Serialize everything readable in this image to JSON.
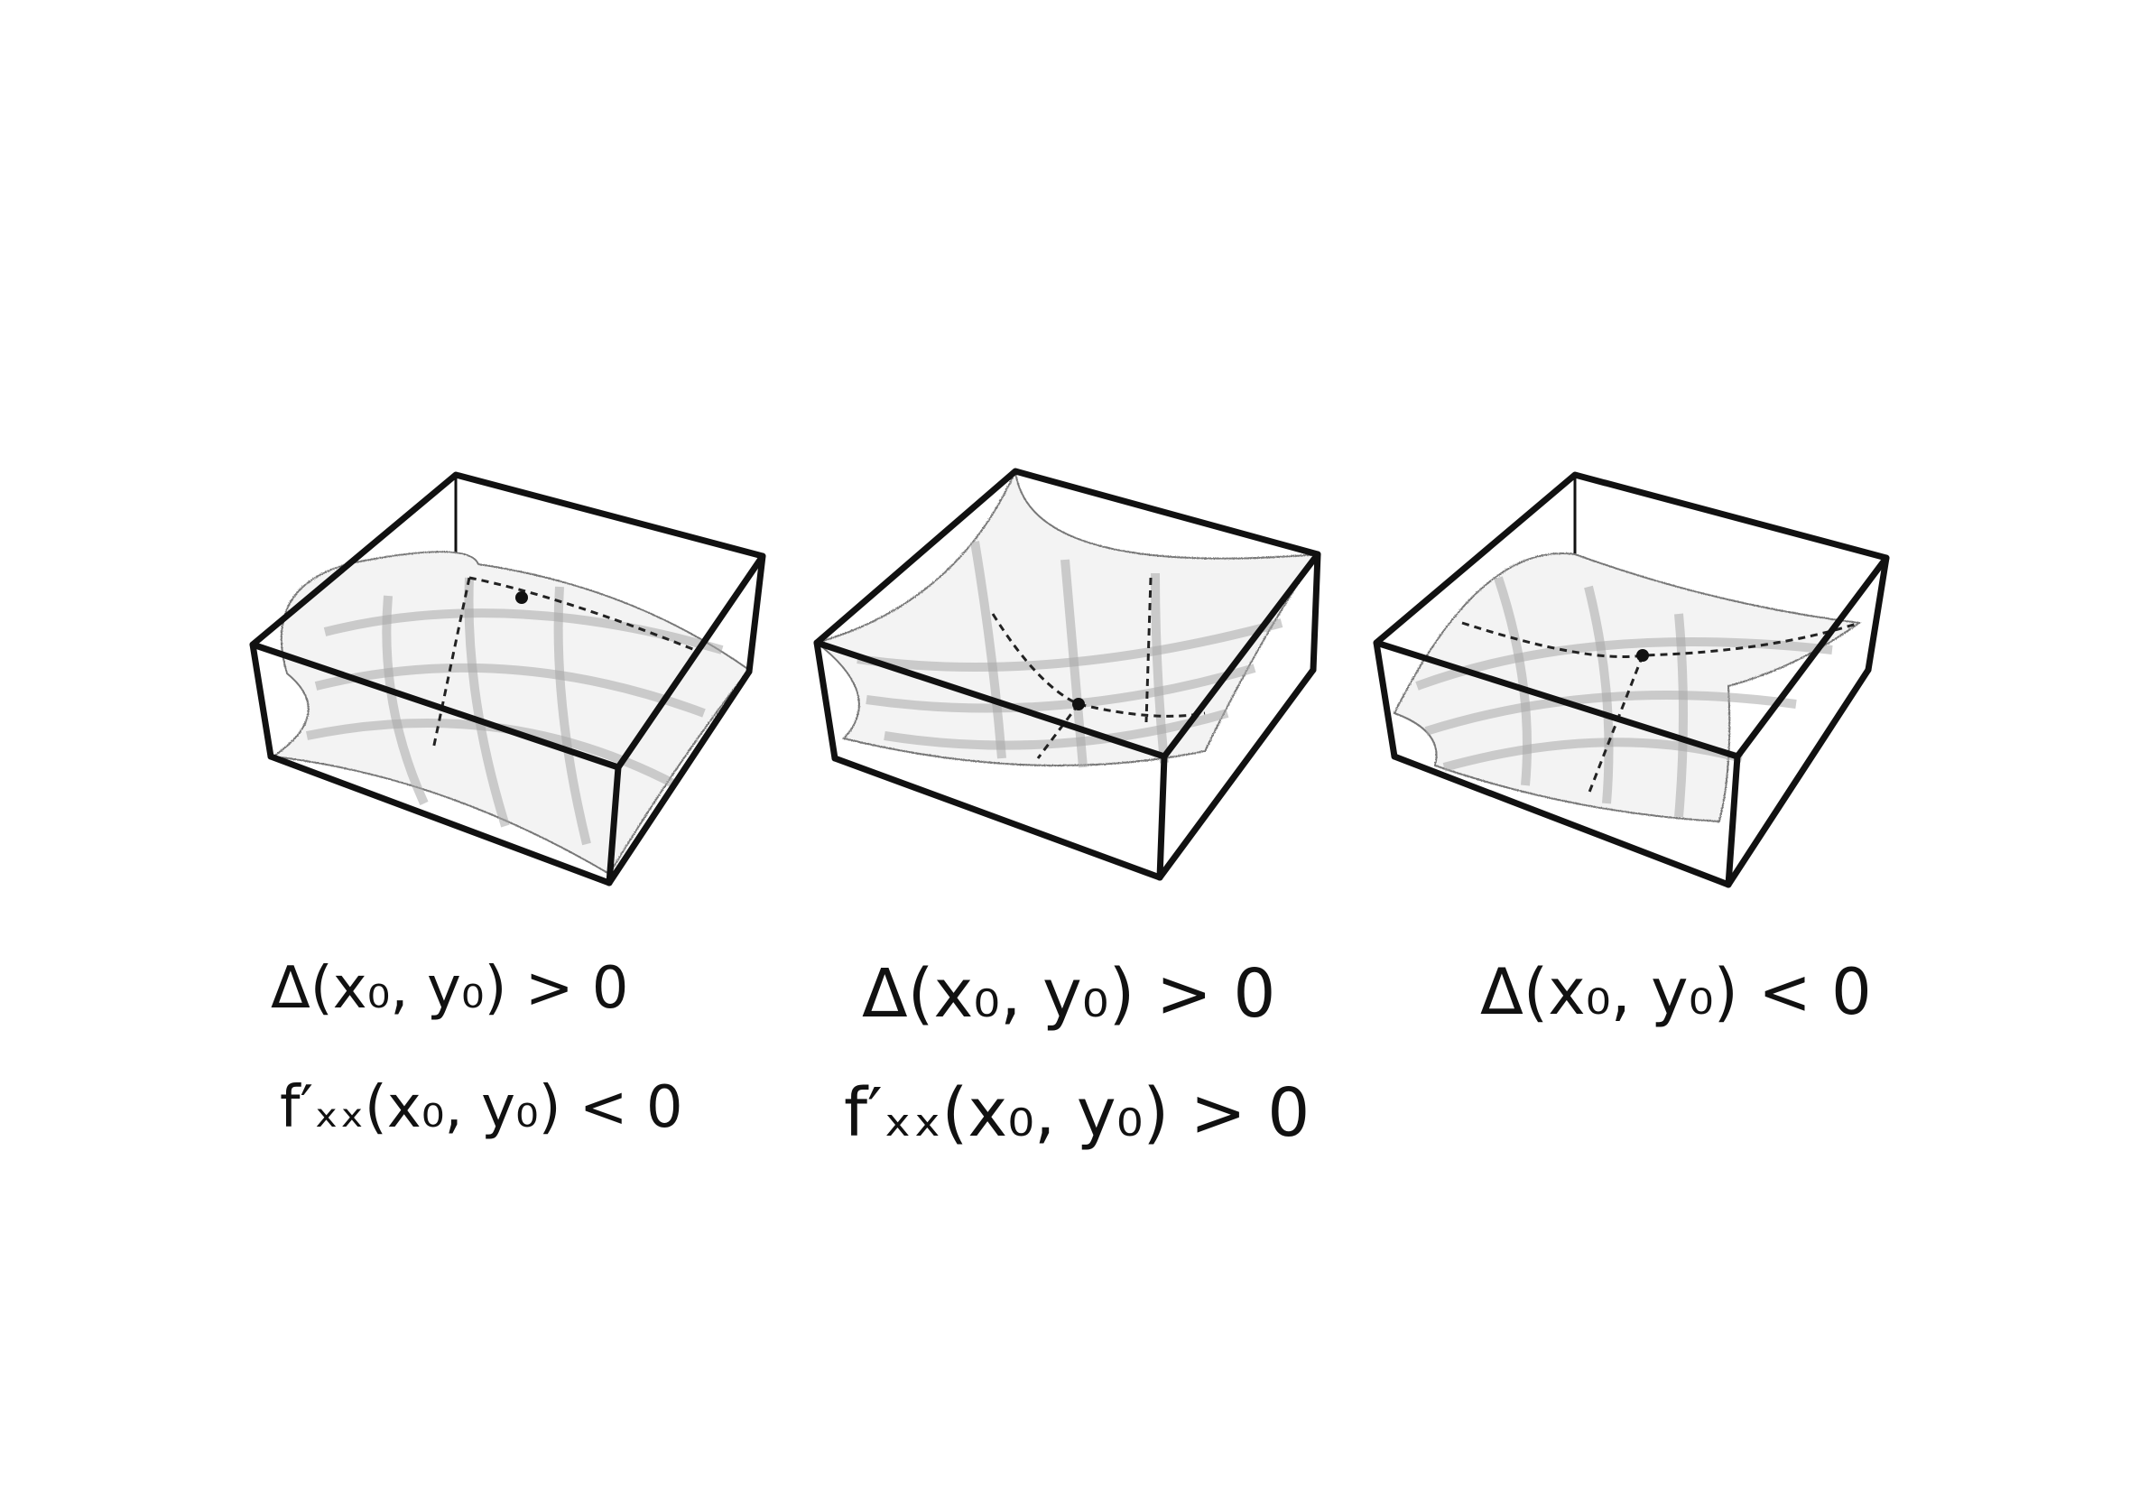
{
  "diagrams": [
    {
      "surface": "maximum (concave down)",
      "labels": [
        "Δ(x₀, y₀) > 0",
        "f′ₓₓ(x₀, y₀) < 0"
      ]
    },
    {
      "surface": "minimum (concave up)",
      "labels": [
        "Δ(x₀, y₀) > 0",
        "f′ₓₓ(x₀, y₀) > 0"
      ]
    },
    {
      "surface": "saddle",
      "labels": [
        "Δ(x₀, y₀) < 0"
      ]
    }
  ],
  "colors": {
    "ink": "#111111",
    "mesh": "#9a9a9a",
    "sheet": "#f4f4f4"
  }
}
